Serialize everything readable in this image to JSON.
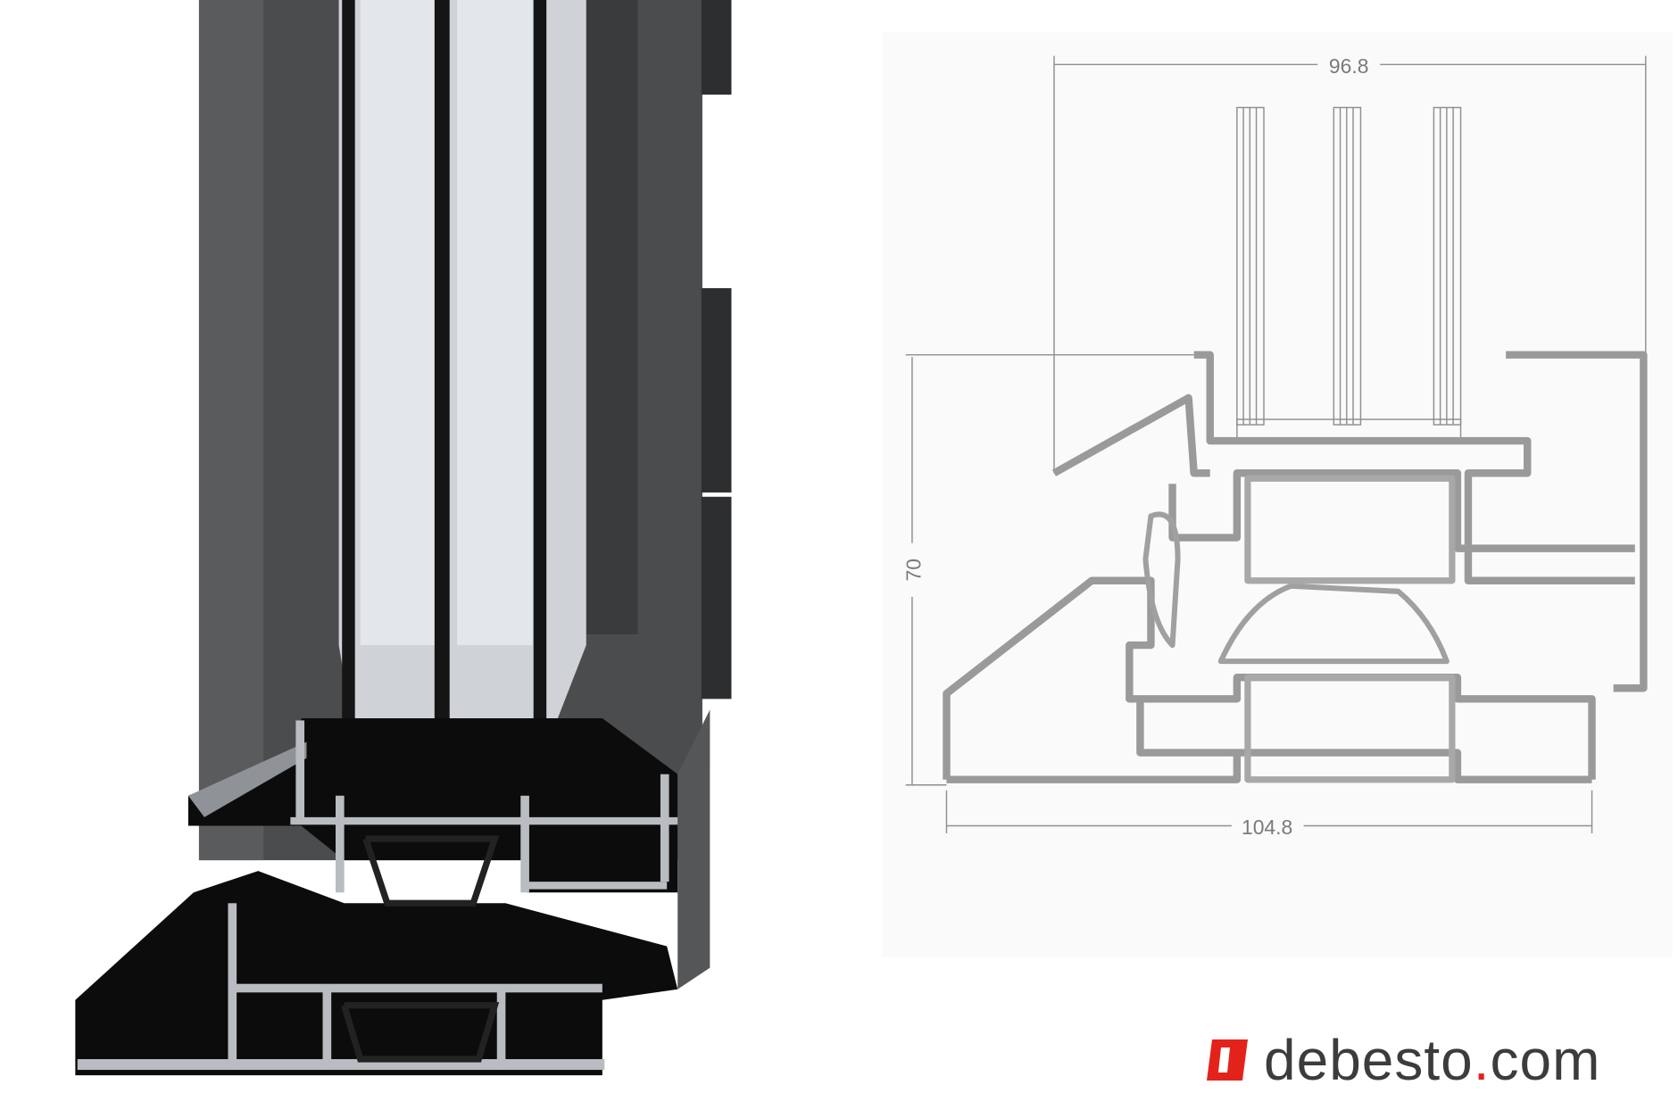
{
  "drawing": {
    "dimensions": {
      "top_width": "96.8",
      "height": "70",
      "bottom_width": "104.8"
    },
    "line_color": "#8f8f8f",
    "panel_color": "#fafafa"
  },
  "photo": {
    "subject": "window-profile-cross-section",
    "frame_color": "#4b4c4e",
    "aluminium_color": "#b9bcc0"
  },
  "logo": {
    "name": "debesto",
    "dot": ".",
    "tld": "com",
    "accent_color": "#e3231b",
    "text_color": "#3c3c3c"
  }
}
